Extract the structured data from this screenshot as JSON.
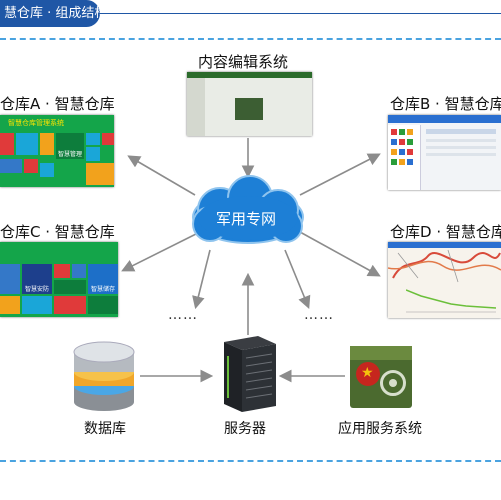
{
  "header": {
    "title": "慧仓库 · 组成结构"
  },
  "nodes": {
    "content_editor": "内容编辑系统",
    "warehouse_a": "仓库A · 智慧仓库",
    "warehouse_b": "仓库B · 智慧仓库",
    "warehouse_c": "仓库C · 智慧仓库",
    "warehouse_d": "仓库D · 智慧仓库",
    "network": "军用专网",
    "database": "数据库",
    "server": "服务器",
    "app_service": "应用服务系统"
  },
  "dots": {
    "left": "……",
    "right": "……"
  },
  "screens": {
    "a_title": "智慧仓库管理系统",
    "a_tile_1": "智慧管理",
    "c_tile_1": "智慧安防",
    "c_tile_2": "智慧储存"
  },
  "colors": {
    "title_bar": "#1f57a6",
    "dashed": "#4aa3e0",
    "cloud": "#1d7fd6",
    "arrow": "#8c8c8c"
  }
}
